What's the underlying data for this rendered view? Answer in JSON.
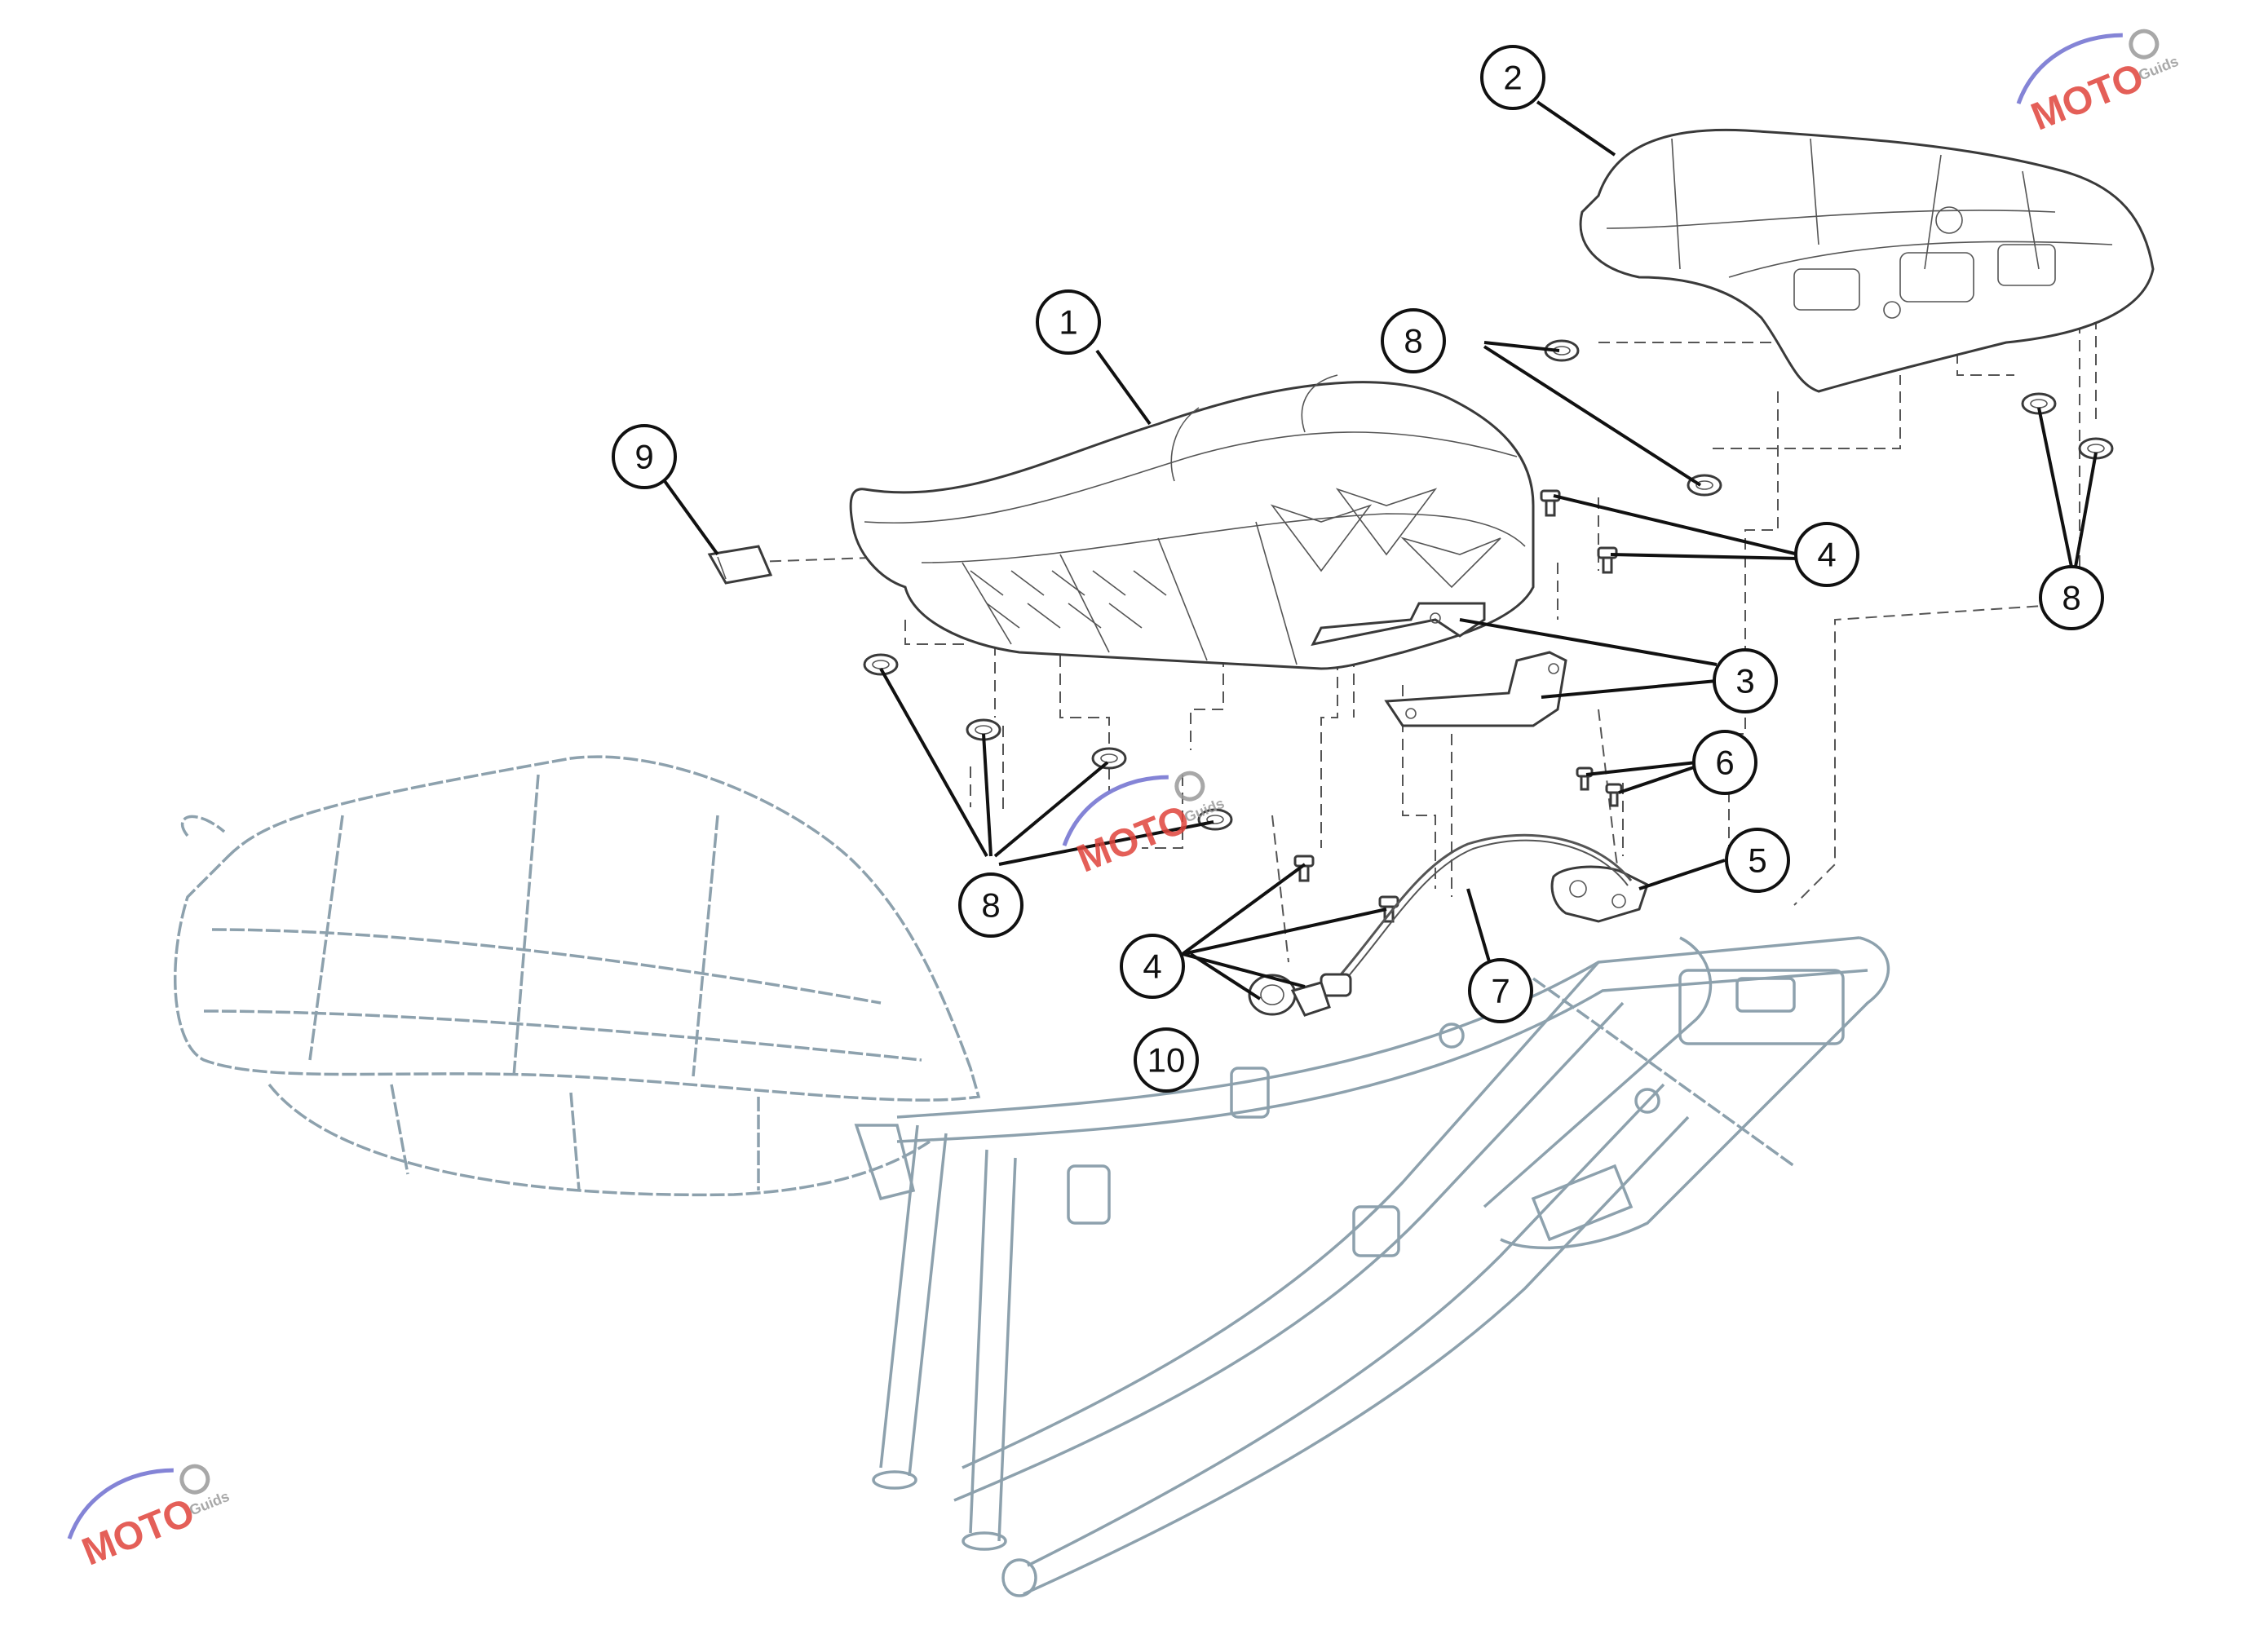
{
  "callouts": [
    {
      "id": "c-1",
      "label": "1"
    },
    {
      "id": "c-2",
      "label": "2"
    },
    {
      "id": "c-3",
      "label": "3"
    },
    {
      "id": "c-4a",
      "label": "4"
    },
    {
      "id": "c-4b",
      "label": "4"
    },
    {
      "id": "c-5",
      "label": "5"
    },
    {
      "id": "c-6",
      "label": "6"
    },
    {
      "id": "c-7",
      "label": "7"
    },
    {
      "id": "c-8a",
      "label": "8"
    },
    {
      "id": "c-8b",
      "label": "8"
    },
    {
      "id": "c-8c",
      "label": "8"
    },
    {
      "id": "c-9",
      "label": "9"
    },
    {
      "id": "c-10",
      "label": "10"
    }
  ],
  "watermark": {
    "text": "MOTO",
    "subtext": "Guids",
    "colors": {
      "blue": "#6f6fd0",
      "red": "#e0443c",
      "gray": "#9a9a9a"
    }
  },
  "colors": {
    "line": "#111111",
    "frame": "#8da1ad",
    "background": "#ffffff"
  }
}
